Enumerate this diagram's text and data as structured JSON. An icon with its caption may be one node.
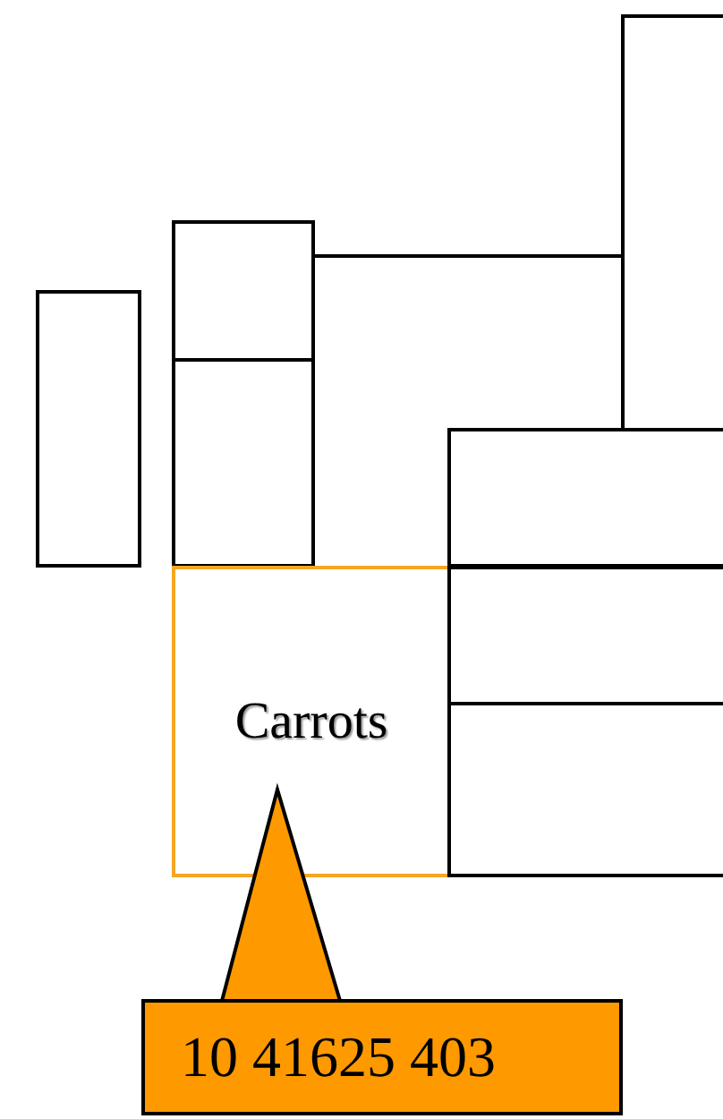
{
  "diagram": {
    "nodes": [
      {
        "text": [],
        "shape": "box"
      },
      {
        "text": [],
        "shape": "box"
      },
      {
        "text": [],
        "shape": "box"
      },
      {
        "text": [],
        "shape": "box"
      },
      {
        "text": [],
        "shape": "box"
      },
      {
        "text": [
          "Carrots"
        ]
      },
      {
        "text": [],
        "shape": "box"
      },
      {
        "text": [],
        "shape": "box"
      },
      {
        "text": [
          "10 41625 403"
        ]
      }
    ],
    "edges": [
      {
        "from": 1,
        "to": 0,
        "arrow": "none"
      },
      {
        "from": 8,
        "to": 5,
        "arrow": "to"
      }
    ]
  }
}
